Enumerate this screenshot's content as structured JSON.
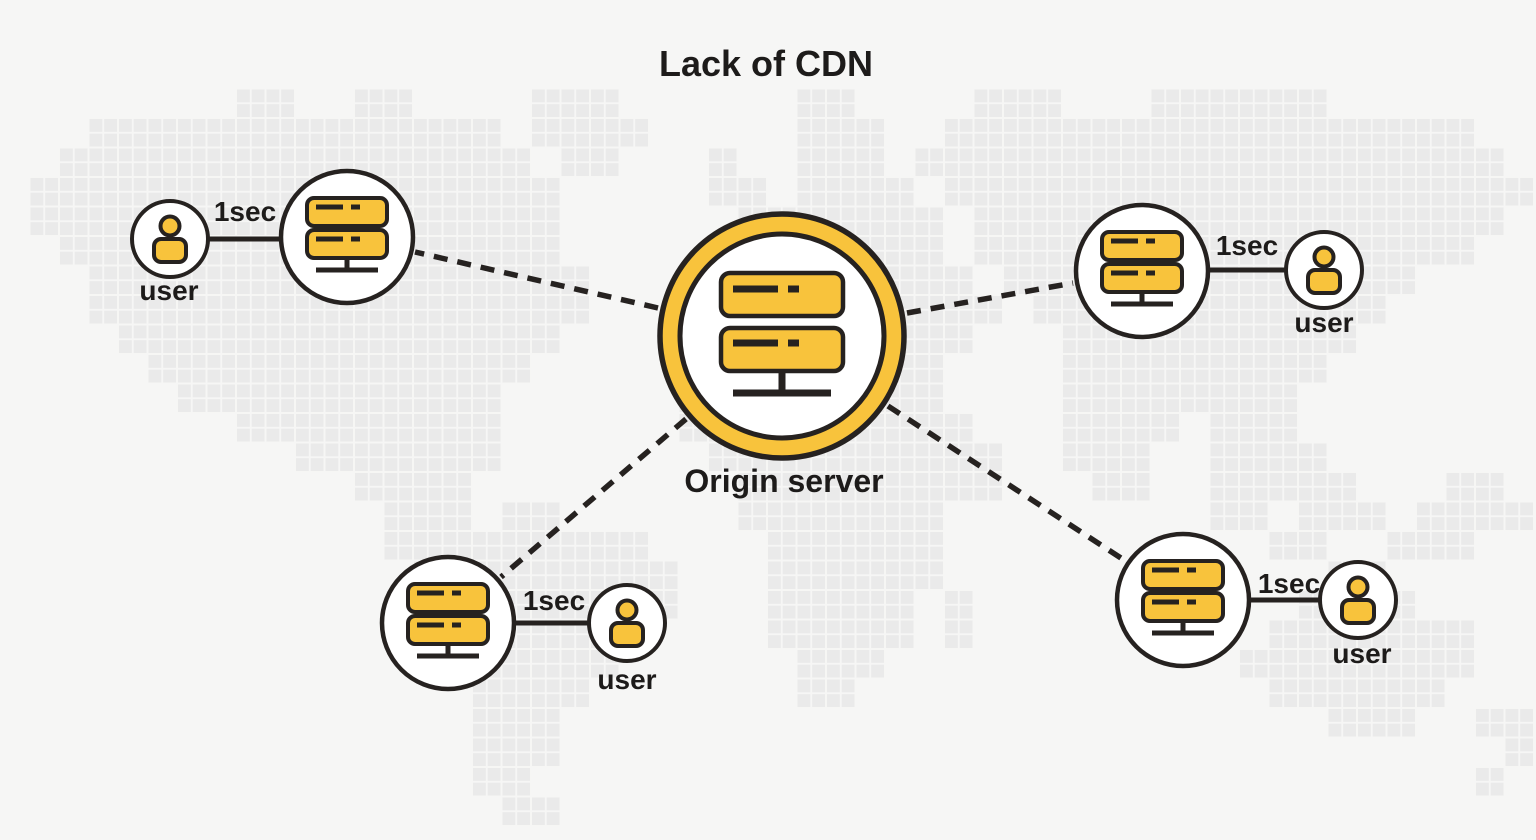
{
  "title": "Lack of CDN",
  "origin": {
    "label": "Origin server"
  },
  "edges": [
    {
      "id": "top-left",
      "latency": "1sec",
      "user_label": "user"
    },
    {
      "id": "top-right",
      "latency": "1sec",
      "user_label": "user"
    },
    {
      "id": "bottom-left",
      "latency": "1sec",
      "user_label": "user"
    },
    {
      "id": "bottom-right",
      "latency": "1sec",
      "user_label": "user"
    }
  ],
  "icons": {
    "origin-server-icon": "stacked-server-racks-svg-shape",
    "server-icon": "stacked-server-racks-svg-shape",
    "user-icon": "person-svg-shape"
  },
  "colors": {
    "yellow": "#F8C33C",
    "dark": "#262220",
    "bg": "#F6F6F5",
    "map": "#EAEAEA",
    "text": "#1D1B1A",
    "white": "#FFFFFF"
  },
  "world_map": {
    "cell": 29.5,
    "rows": [
      "....................................................",
      "....................................................",
      "....................................................",
      "........##..##....###......##....###...######......",
      "...##############.####.....###..##################..",
      "..################.##...#..###.####################.",
      ".##################.....##.####.####################",
      ".##################......#######.##################.",
      "..#################......#######.#################..",
      "...#################......#######.##############....",
      "...#################......########.############.....",
      "....###############......########...##########......",
      ".....#############......########....#########.......",
      "......###########......#########....########........",
      "........#########......##########...####.###........",
      "..........#######.......##########..###..####.......",
      "............####.........#########...##..#####...##.",
      ".............###.##......#######.........##.###.####",
      ".............#########....######...........##..###..",
      "..............#########...######.............##.....",
      "..............#########...#####.#...........####....",
      "...............#######....#####.#..........#######..",
      "...............######......###............########..",
      "................####.......##..............######...",
      "................###..........................###..##",
      "................###................................#",
      "................##................................#.",
      ".................##................................."
    ]
  }
}
